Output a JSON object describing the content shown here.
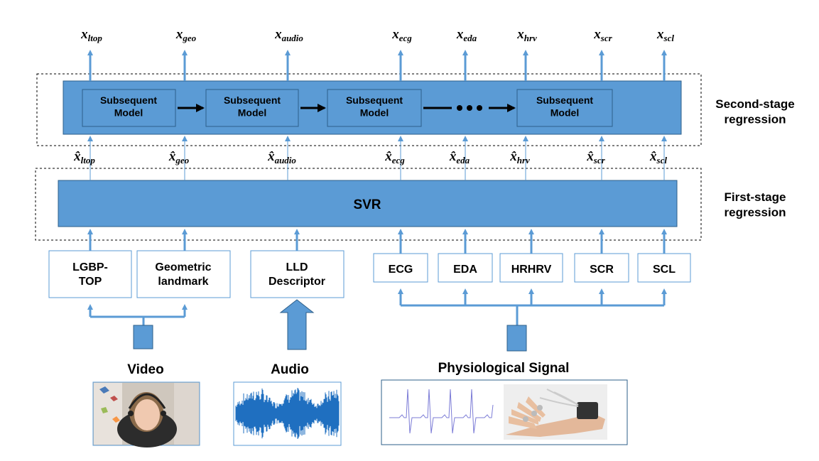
{
  "stages": {
    "second_stage": "Second-stage\nregression",
    "first_stage": "First-stage\nregression"
  },
  "svr": {
    "label": "SVR"
  },
  "subsequent_models": [
    "Subsequent\nModel",
    "Subsequent\nModel",
    "Subsequent\nModel",
    "Subsequent\nModel"
  ],
  "outputs": [
    {
      "base": "x",
      "sub": "ltop"
    },
    {
      "base": "x",
      "sub": "geo"
    },
    {
      "base": "x",
      "sub": "audio"
    },
    {
      "base": "x",
      "sub": "ecg"
    },
    {
      "base": "x",
      "sub": "eda"
    },
    {
      "base": "x",
      "sub": "hrv"
    },
    {
      "base": "x",
      "sub": "scr"
    },
    {
      "base": "x",
      "sub": "scl"
    }
  ],
  "intermediates": [
    {
      "base": "x̂",
      "sub": "ltop"
    },
    {
      "base": "x̂",
      "sub": "geo"
    },
    {
      "base": "x̂",
      "sub": "audio"
    },
    {
      "base": "x̂",
      "sub": "ecg"
    },
    {
      "base": "x̂",
      "sub": "eda"
    },
    {
      "base": "x̂",
      "sub": "hrv"
    },
    {
      "base": "x̂",
      "sub": "scr"
    },
    {
      "base": "x̂",
      "sub": "scl"
    }
  ],
  "features": [
    "LGBP-\nTOP",
    "Geometric\nlandmark",
    "LLD\nDescriptor",
    "ECG",
    "EDA",
    "HRHRV",
    "SCR",
    "SCL"
  ],
  "modalities": {
    "video": "Video",
    "audio": "Audio",
    "physio": "Physiological Signal"
  },
  "colors": {
    "block_fill": "#5b9bd5",
    "block_stroke": "#2e5f8a",
    "arrow": "#5b9bd5",
    "feature_box_stroke": "#5b9bd5"
  }
}
